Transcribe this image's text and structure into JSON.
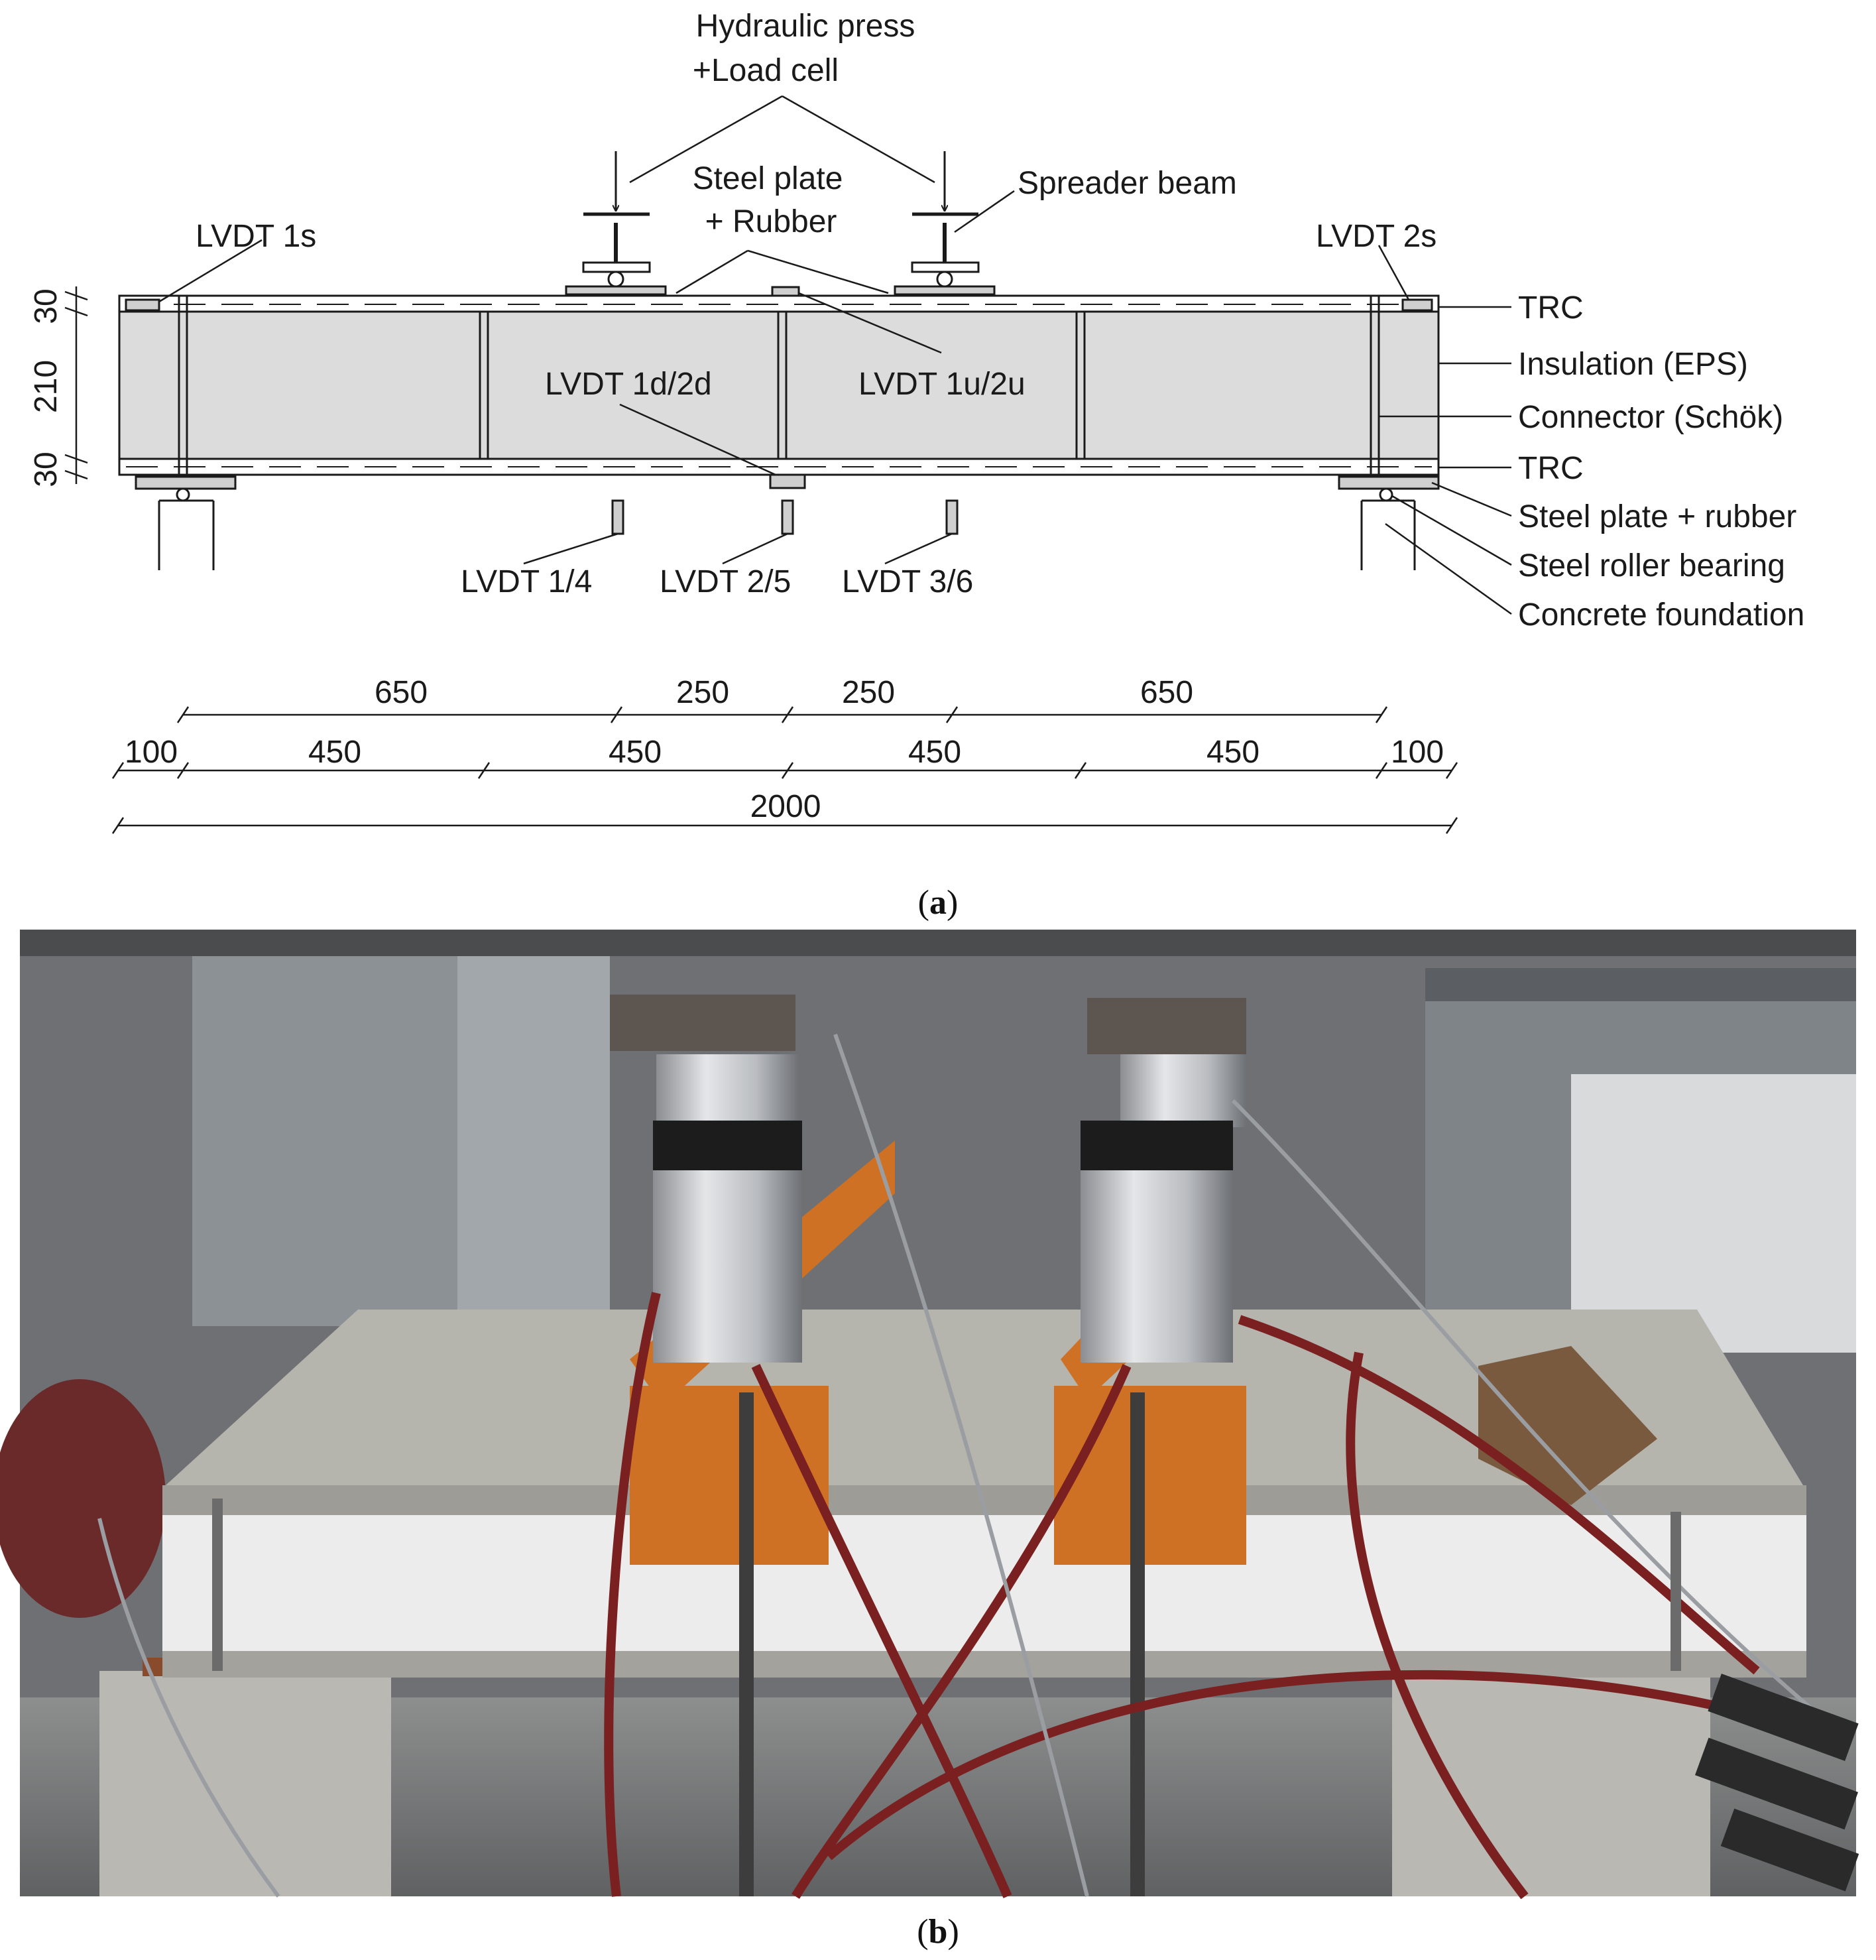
{
  "callouts": {
    "hydraulic_line1": "Hydraulic press",
    "hydraulic_line2": "+Load cell",
    "steel_plate_line1": "Steel plate",
    "steel_plate_line2": "+ Rubber",
    "spreader_beam": "Spreader beam",
    "lvdt_1s": "LVDT 1s",
    "lvdt_2s": "LVDT 2s",
    "lvdt_1d2d": "LVDT 1d/2d",
    "lvdt_1u2u": "LVDT 1u/2u",
    "lvdt_14": "LVDT 1/4",
    "lvdt_25": "LVDT 2/5",
    "lvdt_36": "LVDT 3/6"
  },
  "legend": {
    "trc_top": "TRC",
    "insulation": "Insulation (EPS)",
    "connector": "Connector (Schök)",
    "trc_bottom": "TRC",
    "steel_plate_rubber": "Steel plate + rubber",
    "roller_bearing": "Steel roller bearing",
    "foundation": "Concrete foundation"
  },
  "section_dims": {
    "top": "30",
    "middle": "210",
    "bottom": "30"
  },
  "dims": {
    "row1": [
      "650",
      "250",
      "250",
      "650"
    ],
    "row2": [
      "100",
      "450",
      "450",
      "450",
      "450",
      "100"
    ],
    "total": "2000"
  },
  "captions": {
    "a": "a",
    "b": "b"
  },
  "colors": {
    "insulation_fill": "#dcdcdc",
    "line": "#1a1a1a",
    "photo_bg": "#6e7073",
    "concrete_slab": "#b5b4ad",
    "eps_layer": "#ececec",
    "spreader_orange": "#cf7124",
    "hose_red": "#7a2020"
  }
}
